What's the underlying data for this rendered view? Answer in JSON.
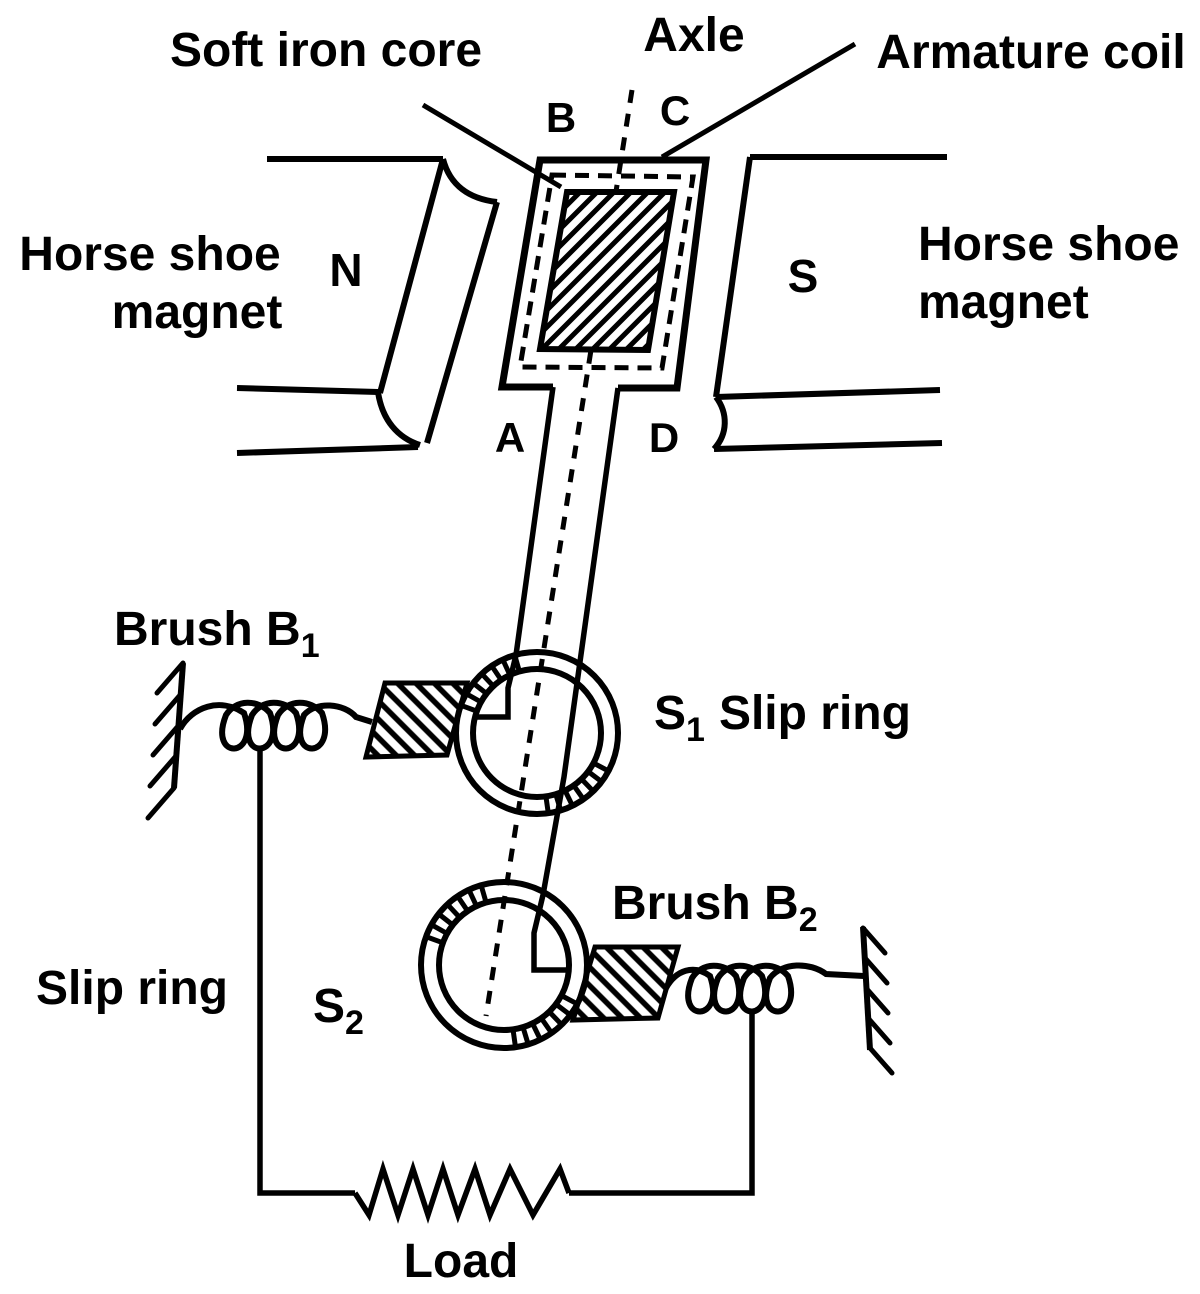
{
  "labels": {
    "soft_iron_core": "Soft iron core",
    "axle": "Axle",
    "armature_coil": "Armature coil",
    "corner_b": "B",
    "corner_c": "C",
    "corner_a": "A",
    "corner_d": "D",
    "pole_n": "N",
    "pole_s": "S",
    "horseshoe_left": {
      "line1": "Horse shoe",
      "line2": "magnet"
    },
    "horseshoe_right": {
      "line1": "Horse shoe",
      "line2": "magnet"
    },
    "brush_b1": {
      "text": "Brush B",
      "sub": "1"
    },
    "brush_b2": {
      "text": "Brush B",
      "sub": "2"
    },
    "s1": {
      "text": "S",
      "sub": "1",
      "rest": "Slip ring"
    },
    "s2": {
      "text": "S",
      "sub": "2"
    },
    "slip_ring": "Slip ring",
    "load": "Load"
  },
  "colors": {
    "line": "#000000",
    "background": "#ffffff"
  }
}
